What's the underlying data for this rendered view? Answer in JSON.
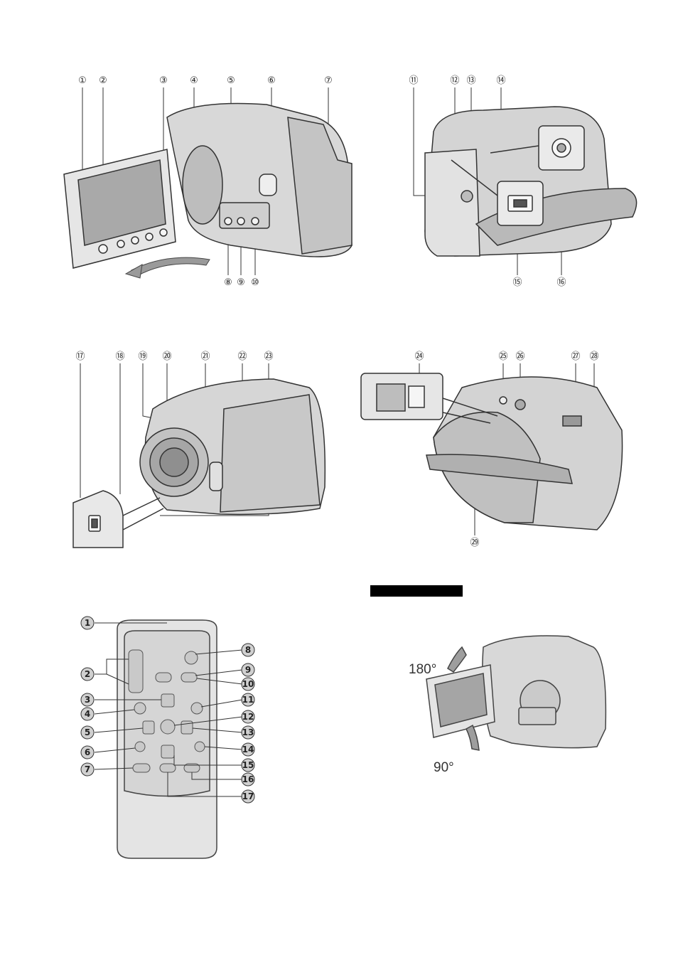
{
  "front_view": {
    "labels": [
      "①",
      "②",
      "③",
      "④",
      "⑤",
      "⑥",
      "⑦",
      "⑧",
      "⑨",
      "⑩"
    ]
  },
  "back_view": {
    "labels": [
      "⑪",
      "⑫",
      "⑬",
      "⑭",
      "⑮",
      "⑯"
    ]
  },
  "lens_view": {
    "labels": [
      "⑰",
      "⑱",
      "⑲",
      "⑳",
      "㉑",
      "㉒",
      "㉓"
    ]
  },
  "bottom_view": {
    "labels": [
      "㉔",
      "㉕",
      "㉖",
      "㉗",
      "㉘",
      "㉙"
    ]
  },
  "remote": {
    "labels": [
      "1",
      "2",
      "3",
      "4",
      "5",
      "6",
      "7",
      "8",
      "9",
      "10",
      "11",
      "12",
      "13",
      "14",
      "15",
      "16",
      "17"
    ]
  },
  "lcd_rotation": {
    "angle_up": "180°",
    "angle_down": "90°"
  }
}
